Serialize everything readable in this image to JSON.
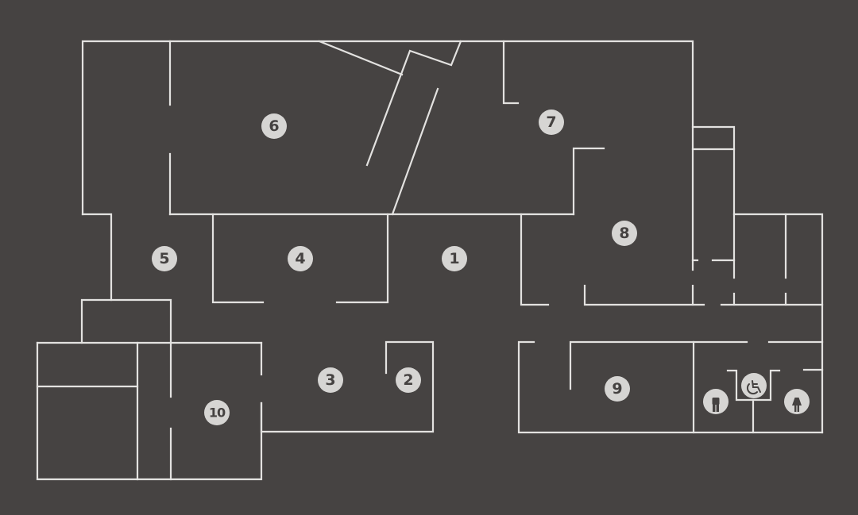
{
  "rooms": [
    {
      "id": "room-1",
      "label": "1"
    },
    {
      "id": "room-2",
      "label": "2"
    },
    {
      "id": "room-3",
      "label": "3"
    },
    {
      "id": "room-4",
      "label": "4"
    },
    {
      "id": "room-5",
      "label": "5"
    },
    {
      "id": "room-6",
      "label": "6"
    },
    {
      "id": "room-7",
      "label": "7"
    },
    {
      "id": "room-8",
      "label": "8"
    },
    {
      "id": "room-9",
      "label": "9"
    },
    {
      "id": "room-10",
      "label": "10"
    }
  ],
  "facilities": [
    {
      "id": "mens-restroom",
      "icon": "man-icon"
    },
    {
      "id": "accessible-restroom",
      "icon": "wheelchair-icon"
    },
    {
      "id": "womens-restroom",
      "icon": "woman-icon"
    }
  ],
  "colors": {
    "background": "#464342",
    "walls": "#e3e2e0",
    "marker_fill": "#d6d5d3",
    "marker_text": "#454241"
  }
}
